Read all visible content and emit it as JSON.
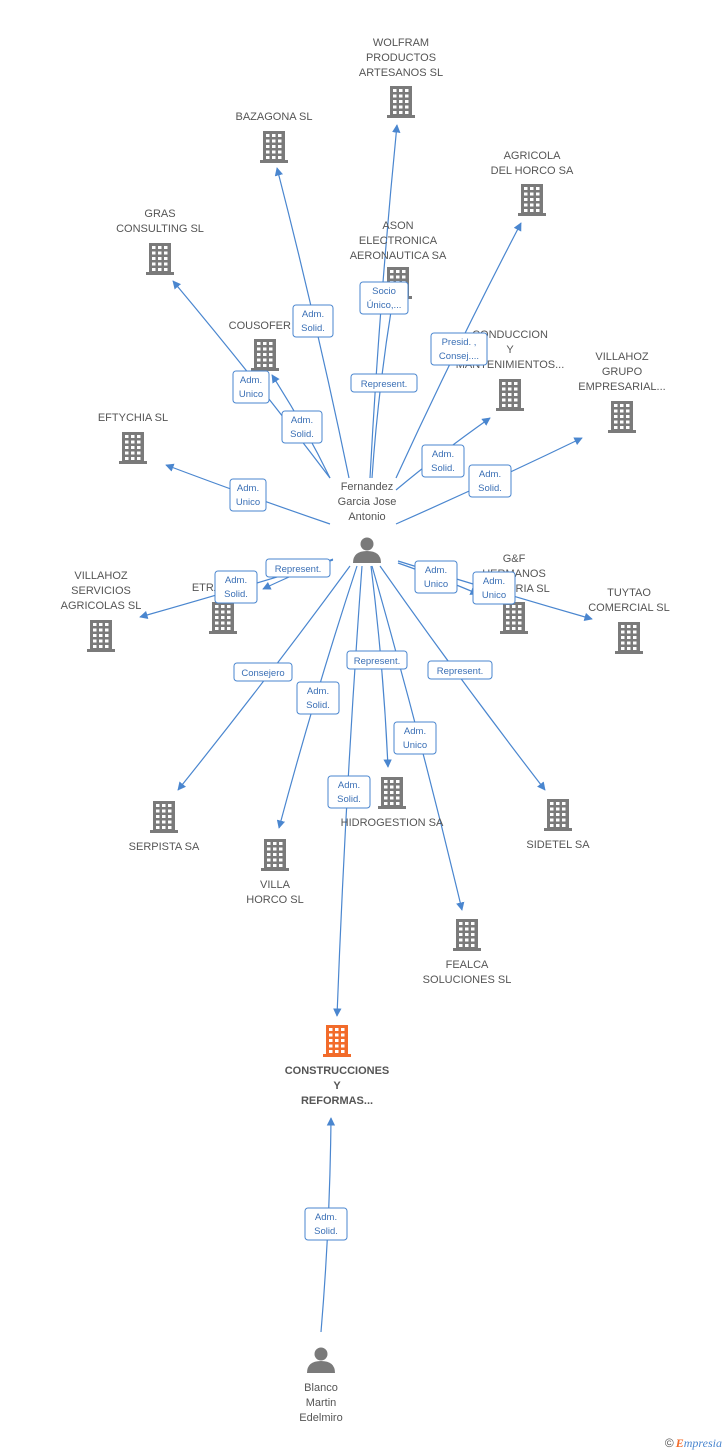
{
  "colors": {
    "edge": "#4a86cf",
    "building": "#7a7a7a",
    "main_building": "#f26b2a",
    "person": "#7a7a7a"
  },
  "nodes": [
    {
      "id": "wolfram",
      "type": "company",
      "lines": [
        "WOLFRAM",
        "PRODUCTOS",
        "ARTESANOS  SL"
      ]
    },
    {
      "id": "bazagona",
      "type": "company",
      "lines": [
        "BAZAGONA SL"
      ]
    },
    {
      "id": "agricola",
      "type": "company",
      "lines": [
        "AGRICOLA",
        "DEL HORCO SA"
      ]
    },
    {
      "id": "gras",
      "type": "company",
      "lines": [
        "GRAS",
        "CONSULTING SL"
      ]
    },
    {
      "id": "ason",
      "type": "company",
      "lines": [
        "ASON",
        "ELECTRONICA",
        "AERONAUTICA SA"
      ]
    },
    {
      "id": "cousofer",
      "type": "company",
      "lines": [
        "COUSOFER S"
      ]
    },
    {
      "id": "conduccion",
      "type": "company",
      "lines": [
        "CONDUCCION",
        "Y",
        "MANTENIMIENTOS..."
      ]
    },
    {
      "id": "villahoz_grupo",
      "type": "company",
      "lines": [
        "VILLAHOZ",
        "GRUPO",
        "EMPRESARIAL..."
      ]
    },
    {
      "id": "eftychia",
      "type": "company",
      "lines": [
        "EFTYCHIA  SL"
      ]
    },
    {
      "id": "fernandez",
      "type": "person",
      "lines": [
        "Fernandez",
        "Garcia Jose",
        "Antonio"
      ]
    },
    {
      "id": "villahoz_serv",
      "type": "company",
      "lines": [
        "VILLAHOZ",
        "SERVICIOS",
        "AGRICOLAS  SL"
      ]
    },
    {
      "id": "etraco",
      "type": "company",
      "lines": [
        "ETRACO  SL"
      ]
    },
    {
      "id": "gf",
      "type": "company",
      "lines": [
        "G&F",
        "HERMANOS",
        "FERRERIA SL"
      ]
    },
    {
      "id": "tuytao",
      "type": "company",
      "lines": [
        "TUYTAO",
        "COMERCIAL SL"
      ]
    },
    {
      "id": "serpista",
      "type": "company",
      "lines": [
        "SERPISTA SA"
      ]
    },
    {
      "id": "villa_horco",
      "type": "company",
      "lines": [
        "VILLA",
        "HORCO SL"
      ]
    },
    {
      "id": "hidrogestion",
      "type": "company",
      "lines": [
        "HIDROGESTION SA"
      ]
    },
    {
      "id": "sidetel",
      "type": "company",
      "lines": [
        "SIDETEL SA"
      ]
    },
    {
      "id": "fealca",
      "type": "company",
      "lines": [
        "FEALCA",
        "SOLUCIONES  SL"
      ]
    },
    {
      "id": "construcciones",
      "type": "main",
      "lines": [
        "CONSTRUCCIONES",
        "Y",
        "REFORMAS..."
      ]
    },
    {
      "id": "blanco",
      "type": "person",
      "lines": [
        "Blanco",
        "Martin",
        "Edelmiro"
      ]
    }
  ],
  "edges": [
    {
      "from": "fernandez",
      "to": "wolfram",
      "label": [
        "Socio",
        "Único,..."
      ]
    },
    {
      "from": "fernandez",
      "to": "bazagona",
      "label": [
        "Adm.",
        "Solid."
      ]
    },
    {
      "from": "fernandez",
      "to": "agricola",
      "label": [
        "Presid. ,",
        "Consej...."
      ]
    },
    {
      "from": "fernandez",
      "to": "gras",
      "label": [
        "Adm.",
        "Unico"
      ]
    },
    {
      "from": "fernandez",
      "to": "ason",
      "label": [
        "Represent."
      ]
    },
    {
      "from": "fernandez",
      "to": "cousofer",
      "label": [
        "Adm.",
        "Solid."
      ]
    },
    {
      "from": "fernandez",
      "to": "conduccion",
      "label": [
        "Adm.",
        "Solid."
      ]
    },
    {
      "from": "fernandez",
      "to": "villahoz_grupo",
      "label": [
        "Adm.",
        "Solid."
      ]
    },
    {
      "from": "fernandez",
      "to": "eftychia",
      "label": [
        "Adm.",
        "Unico"
      ]
    },
    {
      "from": "fernandez",
      "to": "villahoz_serv",
      "label": [
        "Adm.",
        "Solid."
      ]
    },
    {
      "from": "fernandez",
      "to": "etraco",
      "label": [
        "Represent."
      ]
    },
    {
      "from": "fernandez",
      "to": "gf",
      "label": [
        "Adm.",
        "Unico"
      ]
    },
    {
      "from": "fernandez",
      "to": "tuytao",
      "label": [
        "Adm.",
        "Unico"
      ]
    },
    {
      "from": "fernandez",
      "to": "serpista",
      "label": [
        "Consejero"
      ]
    },
    {
      "from": "fernandez",
      "to": "villa_horco",
      "label": [
        "Adm.",
        "Solid."
      ]
    },
    {
      "from": "fernandez",
      "to": "hidrogestion",
      "label": [
        "Represent."
      ]
    },
    {
      "from": "fernandez",
      "to": "sidetel",
      "label": [
        "Represent."
      ]
    },
    {
      "from": "fernandez",
      "to": "fealca",
      "label": [
        "Adm.",
        "Unico"
      ]
    },
    {
      "from": "fernandez",
      "to": "construcciones",
      "label": [
        "Adm.",
        "Solid."
      ]
    },
    {
      "from": "blanco",
      "to": "construcciones",
      "label": [
        "Adm.",
        "Solid."
      ]
    }
  ],
  "footer": {
    "copyright": "©",
    "brand_e": "E",
    "brand_rest": "mpresia"
  }
}
